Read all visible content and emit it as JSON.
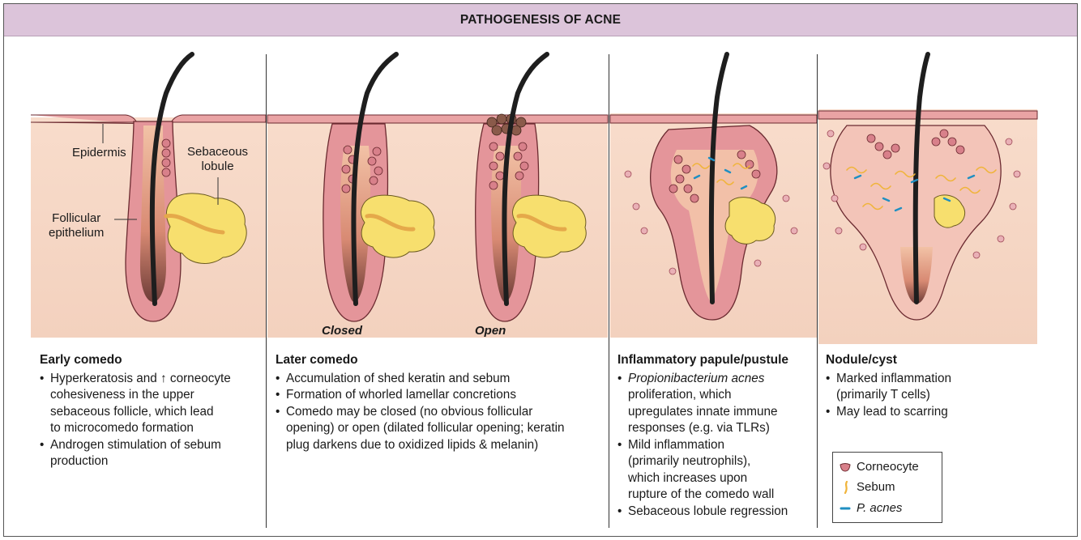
{
  "title": "PATHOGENESIS OF ACNE",
  "labels": {
    "epidermis": "Epidermis",
    "sebaceous_lobule_1": "Sebaceous",
    "sebaceous_lobule_2": "lobule",
    "follicular_epithelium_1": "Follicular",
    "follicular_epithelium_2": "epithelium",
    "closed": "Closed",
    "open": "Open"
  },
  "sections": [
    {
      "title": "Early comedo",
      "bullets": [
        [
          "Hyperkeratosis and ↑ corneocyte",
          "cohesiveness in the upper",
          "sebaceous follicle, which lead",
          "to microcomedo formation"
        ],
        [
          "Androgen stimulation of sebum",
          "production"
        ]
      ]
    },
    {
      "title": "Later comedo",
      "bullets": [
        [
          "Accumulation of shed keratin and sebum"
        ],
        [
          "Formation of whorled lamellar concretions"
        ],
        [
          "Comedo may be closed (no obvious follicular",
          "opening) or open (dilated follicular opening; keratin",
          "plug darkens due to oxidized lipids & melanin)"
        ]
      ]
    },
    {
      "title": "Inflammatory papule/pustule",
      "bullets": [
        [
          "Propionibacterium acnes",
          "proliferation, which",
          "upregulates innate immune",
          "responses (e.g. via TLRs)"
        ],
        [
          "Mild inflammation",
          "(primarily neutrophils),",
          "which increases upon",
          "rupture of the comedo wall"
        ],
        [
          "Sebaceous lobule regression"
        ]
      ]
    },
    {
      "title": "Nodule/cyst",
      "bullets": [
        [
          "Marked inflammation",
          "(primarily T cells)"
        ],
        [
          "May lead to scarring"
        ]
      ]
    }
  ],
  "legend": {
    "corneocyte": "Corneocyte",
    "sebum": "Sebum",
    "p_acnes": "P. acnes"
  },
  "colors": {
    "header_bg": "#dcc4da",
    "dermis": "#f6d8c6",
    "epithelium": "#e4959a",
    "epithelium_edge": "#6b2a30",
    "sebum": "#f1c23b",
    "sebaceous": "#f7df6e",
    "hair": "#222222",
    "p_acnes": "#1f8fc2"
  }
}
